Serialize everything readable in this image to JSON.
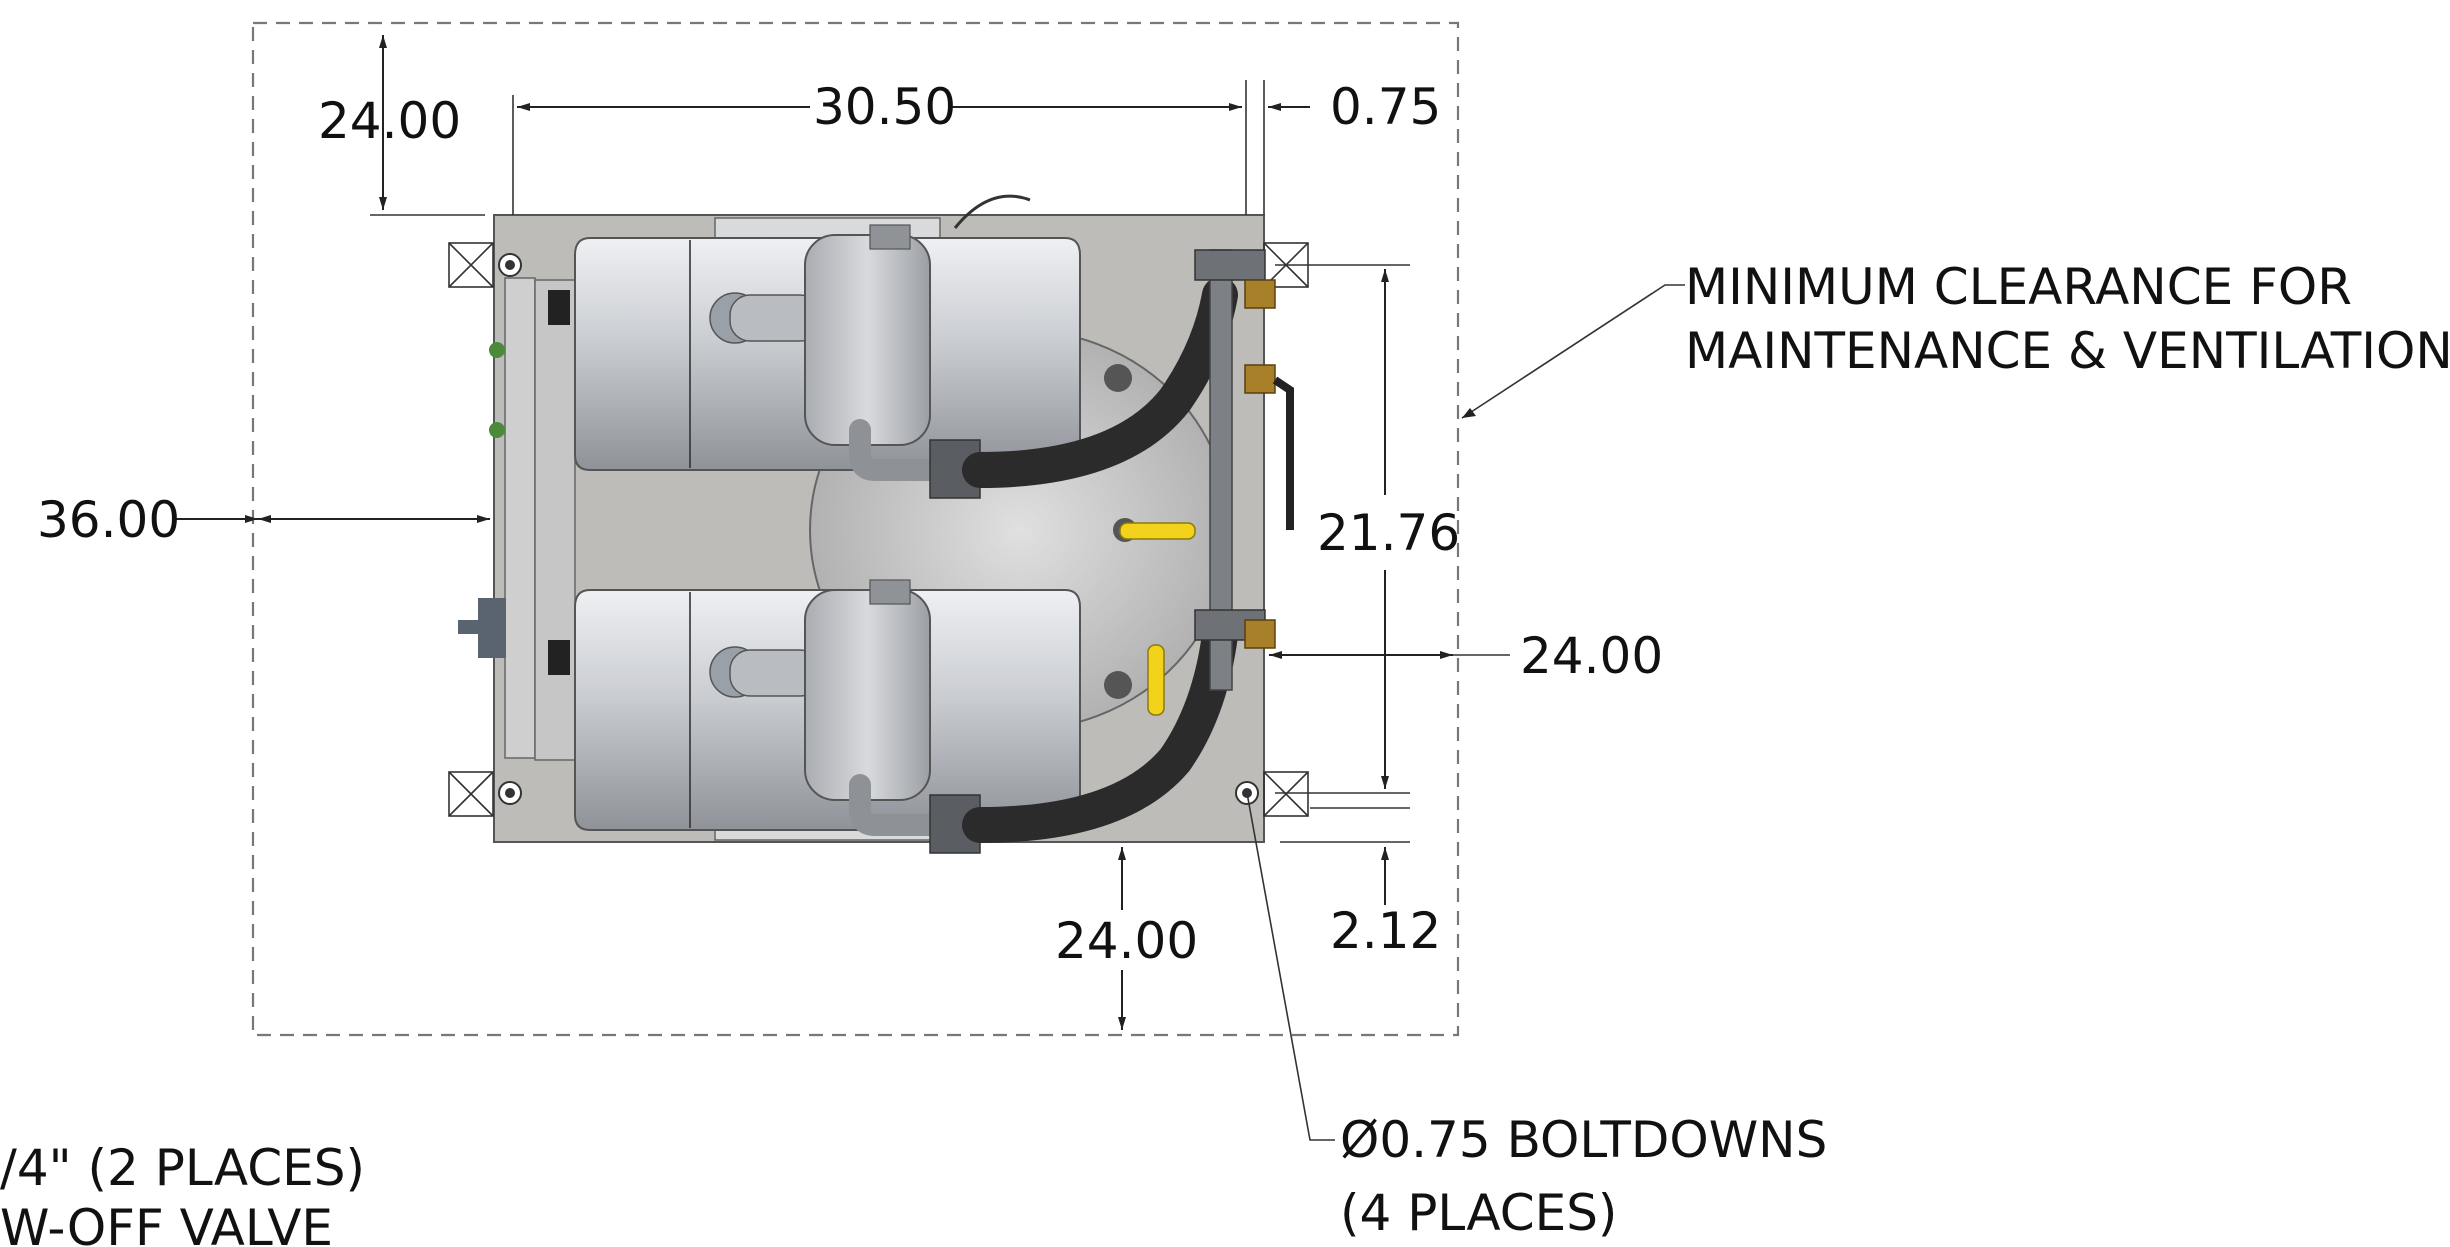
{
  "dimensions": {
    "top_clearance": "24.00",
    "overall_width": "30.50",
    "edge_offset": "0.75",
    "side_clearance": "36.00",
    "bolt_spacing": "21.76",
    "right_clearance": "24.00",
    "bottom_clearance": "24.00",
    "bottom_offset": "2.12"
  },
  "notes": {
    "clearance_line1": "MINIMUM CLEARANCE FOR",
    "clearance_line2": "MAINTENANCE & VENTILATION",
    "boltdown_line1": "Ø0.75 BOLTDOWNS",
    "boltdown_line2": "(4 PLACES)",
    "partial_line1": "/4\" (2 PLACES)",
    "partial_line2": "W-OFF VALVE"
  },
  "colors": {
    "base_plate": "#bdbcb8",
    "machine_body": "#d2d4d8",
    "hose": "#2b2b2b",
    "valve_handle": "#f2d21a",
    "brass_fitting": "#a8802a",
    "clearance_line": "#777777"
  }
}
